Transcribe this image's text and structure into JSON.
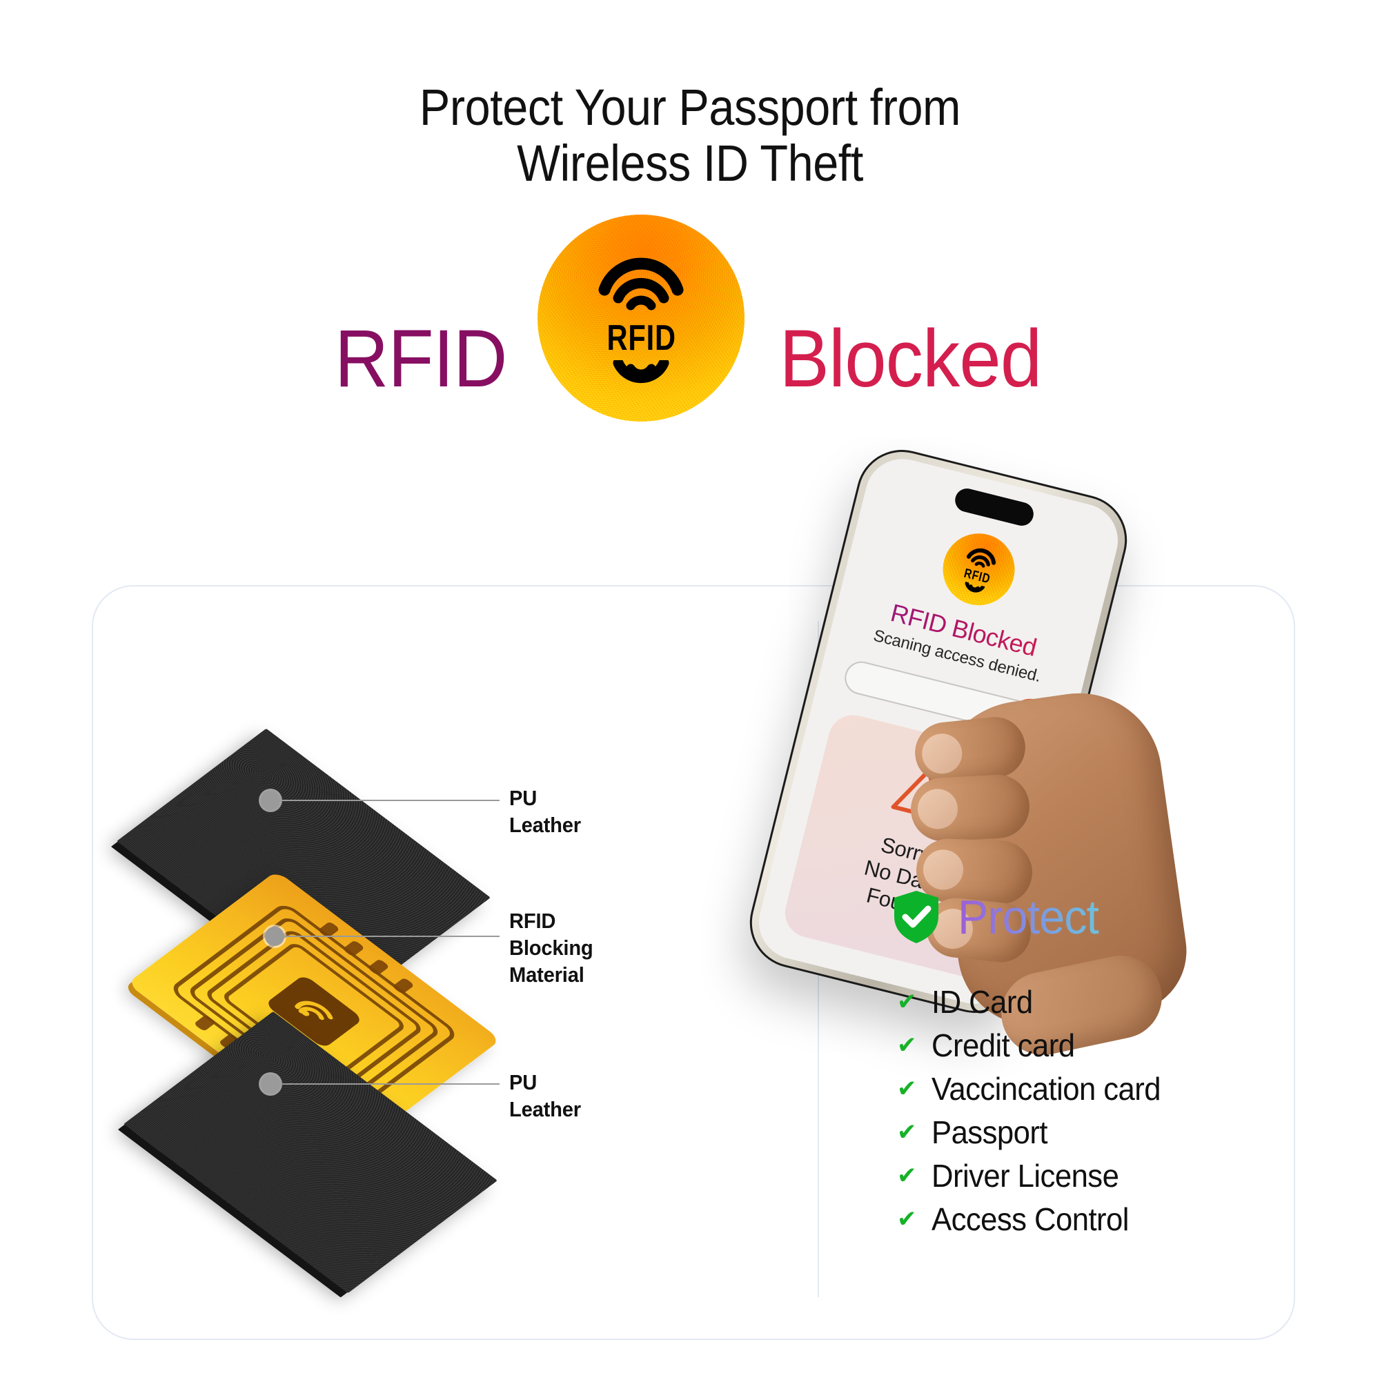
{
  "header": {
    "title": "Protect Your Passport from\nWireless ID Theft"
  },
  "banner": {
    "left_word": "RFID",
    "right_word": "Blocked",
    "badge_label": "RFID",
    "badge_icon": "rfid-waves-icon",
    "left_word_color": "#870f62",
    "right_word_color": "#d41f4e",
    "badge_gradient_from": "#ff8a00",
    "badge_gradient_to": "#ffdf1a"
  },
  "layers": {
    "items": [
      {
        "label": "PU Leather",
        "material": "pu-leather"
      },
      {
        "label": "RFID\nBlocking Material",
        "material": "rfid-blocking"
      },
      {
        "label": "PU Leather",
        "material": "pu-leather"
      }
    ]
  },
  "phone": {
    "badge_label": "RFID",
    "status_title": "RFID Blocked",
    "status_subtitle": "Scaning access denied.",
    "slider_icon": "close-x-icon",
    "slider_icon_glyph": "×",
    "card_icon": "warning-triangle-icon",
    "card_text": "Sorry!\nNo Data\nFound",
    "card_icon_color": "#e0542a",
    "title_gradient_from": "#8c1a8c",
    "title_gradient_to": "#d81e4a"
  },
  "protect": {
    "heading": "Protect",
    "shield_icon": "shield-check-icon",
    "shield_color": "#0cb22a",
    "tick_glyph": "✔",
    "tick_color": "#17b128",
    "items": [
      {
        "label": "ID Card"
      },
      {
        "label": "Credit card"
      },
      {
        "label": "Vaccincation card"
      },
      {
        "label": "Passport"
      },
      {
        "label": "Driver License"
      },
      {
        "label": "Access Control"
      }
    ]
  }
}
